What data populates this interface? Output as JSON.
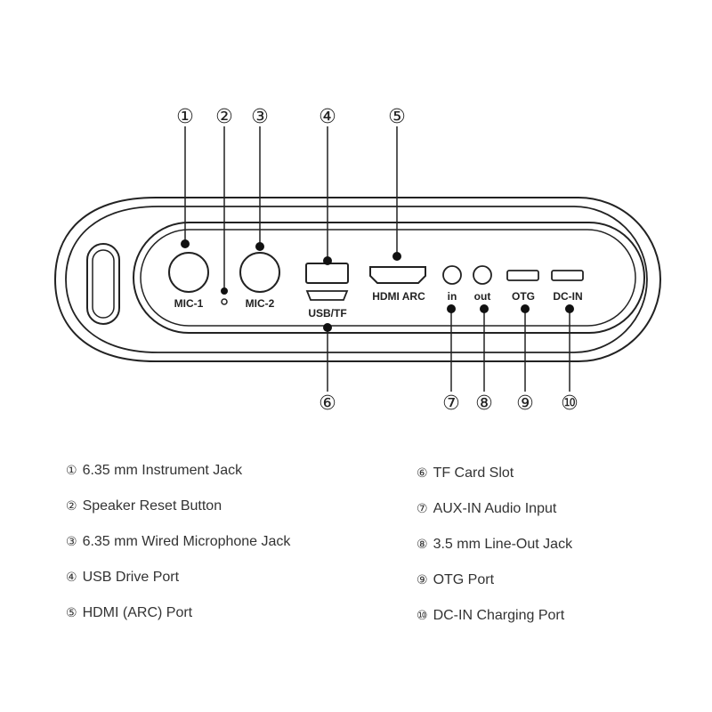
{
  "callouts": [
    {
      "num": "①",
      "text": "6.35 mm Instrument Jack"
    },
    {
      "num": "②",
      "text": "Speaker Reset Button"
    },
    {
      "num": "③",
      "text": "6.35 mm Wired Microphone Jack"
    },
    {
      "num": "④",
      "text": "USB Drive Port"
    },
    {
      "num": "⑤",
      "text": "HDMI (ARC) Port"
    },
    {
      "num": "⑥",
      "text": "TF Card Slot"
    },
    {
      "num": "⑦",
      "text": "AUX-IN Audio Input"
    },
    {
      "num": "⑧",
      "text": "3.5 mm Line-Out Jack"
    },
    {
      "num": "⑨",
      "text": "OTG Port"
    },
    {
      "num": "⑩",
      "text": "DC-IN Charging Port"
    }
  ],
  "port_labels": {
    "mic1": "MIC-1",
    "mic2": "MIC-2",
    "usb_tf": "USB/TF",
    "hdmi": "HDMI ARC",
    "in": "in",
    "out": "out",
    "otg": "OTG",
    "dcin": "DC-IN"
  }
}
